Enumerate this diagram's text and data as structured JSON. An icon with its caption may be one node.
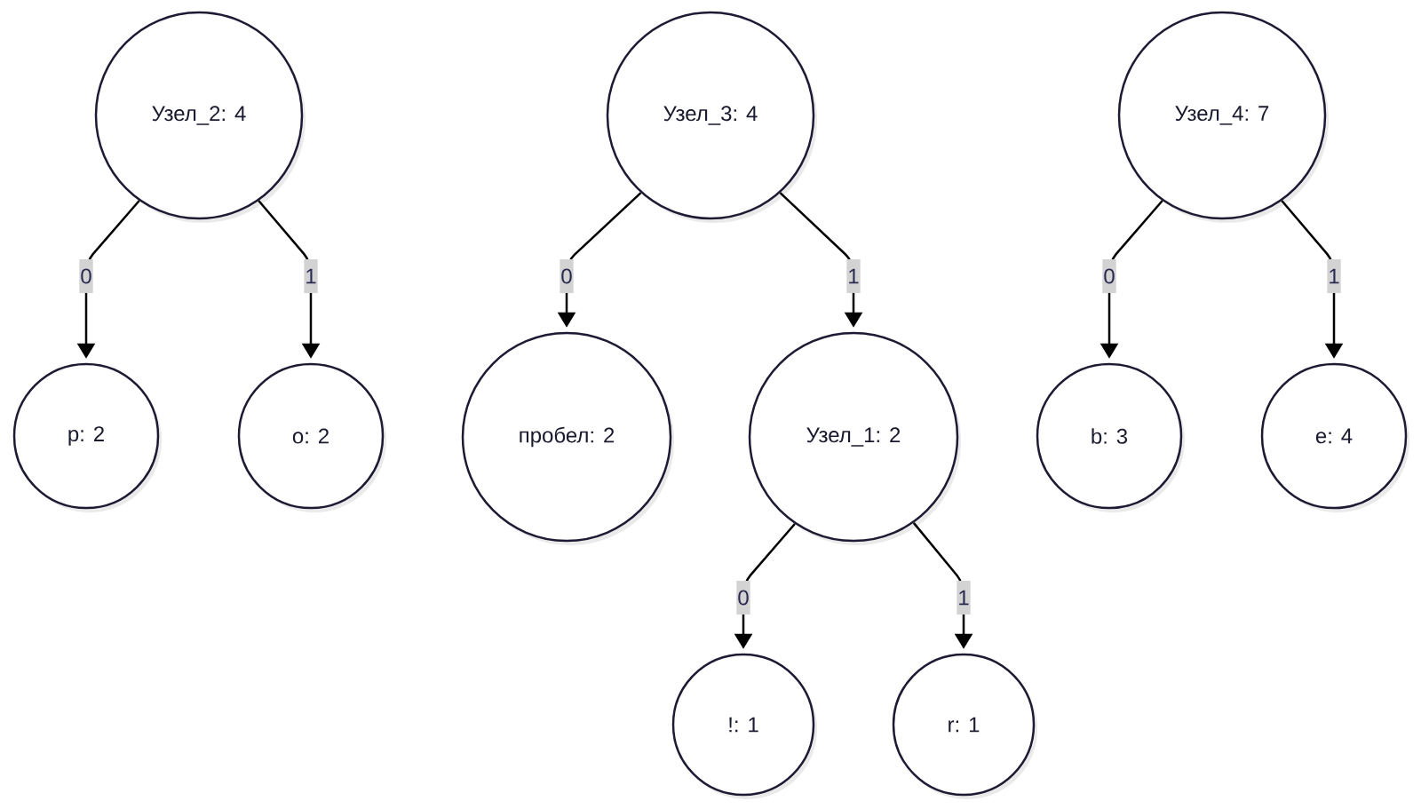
{
  "diagram": {
    "nodes": [
      {
        "text": [
          "Узел_2: 4"
        ]
      },
      {
        "text": [
          "Узел_3: 4"
        ]
      },
      {
        "text": [
          "Узел_4: 7"
        ]
      },
      {
        "text": [
          "p: 2"
        ]
      },
      {
        "text": [
          "o: 2"
        ]
      },
      {
        "text": [
          "пробел: 2"
        ]
      },
      {
        "text": [
          "Узел_1: 2"
        ]
      },
      {
        "text": [
          "b: 3"
        ]
      },
      {
        "text": [
          "e: 4"
        ]
      },
      {
        "text": [
          "!: 1"
        ]
      },
      {
        "text": [
          "r: 1"
        ]
      }
    ],
    "edges": [
      {
        "from": 0,
        "to": 3,
        "arrow": "to",
        "label": "0"
      },
      {
        "from": 0,
        "to": 4,
        "arrow": "to",
        "label": "1"
      },
      {
        "from": 1,
        "to": 5,
        "arrow": "to",
        "label": "0"
      },
      {
        "from": 1,
        "to": 6,
        "arrow": "to",
        "label": "1"
      },
      {
        "from": 2,
        "to": 7,
        "arrow": "to",
        "label": "0"
      },
      {
        "from": 2,
        "to": 8,
        "arrow": "to",
        "label": "1"
      },
      {
        "from": 6,
        "to": 9,
        "arrow": "to",
        "label": "0"
      },
      {
        "from": 6,
        "to": 10,
        "arrow": "to",
        "label": "1"
      }
    ]
  }
}
